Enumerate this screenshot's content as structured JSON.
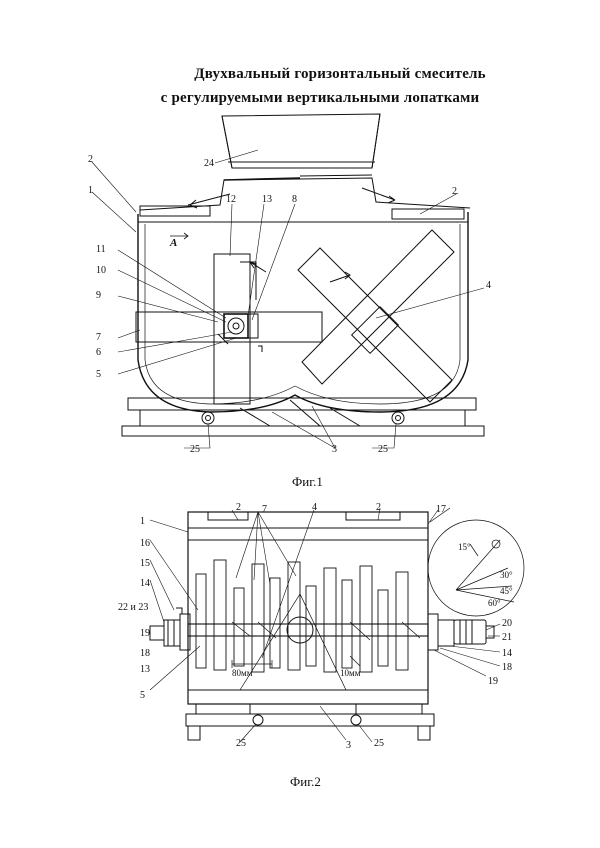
{
  "title_line1": "Двухвальный  горизонтальный смеситель",
  "title_line2": "с регулируемыми вертикальными лопатками",
  "fig1": {
    "caption": "Фиг.1",
    "section_label": "А",
    "labels": [
      "24",
      "2",
      "2",
      "1",
      "12",
      "13",
      "8",
      "11",
      "10",
      "9",
      "7",
      "6",
      "5",
      "4",
      "25",
      "25",
      "3"
    ]
  },
  "fig2": {
    "caption": "Фиг.2",
    "labels": [
      "1",
      "2",
      "2",
      "17",
      "7",
      "4",
      "16",
      "15",
      "14",
      "22 и 23",
      "19",
      "18",
      "13",
      "5",
      "25",
      "25",
      "3",
      "20",
      "21",
      "14",
      "18",
      "19"
    ],
    "dimensions": [
      "80мм",
      "10мм"
    ],
    "angles": [
      "15°",
      "30°",
      "45°",
      "60°"
    ]
  }
}
